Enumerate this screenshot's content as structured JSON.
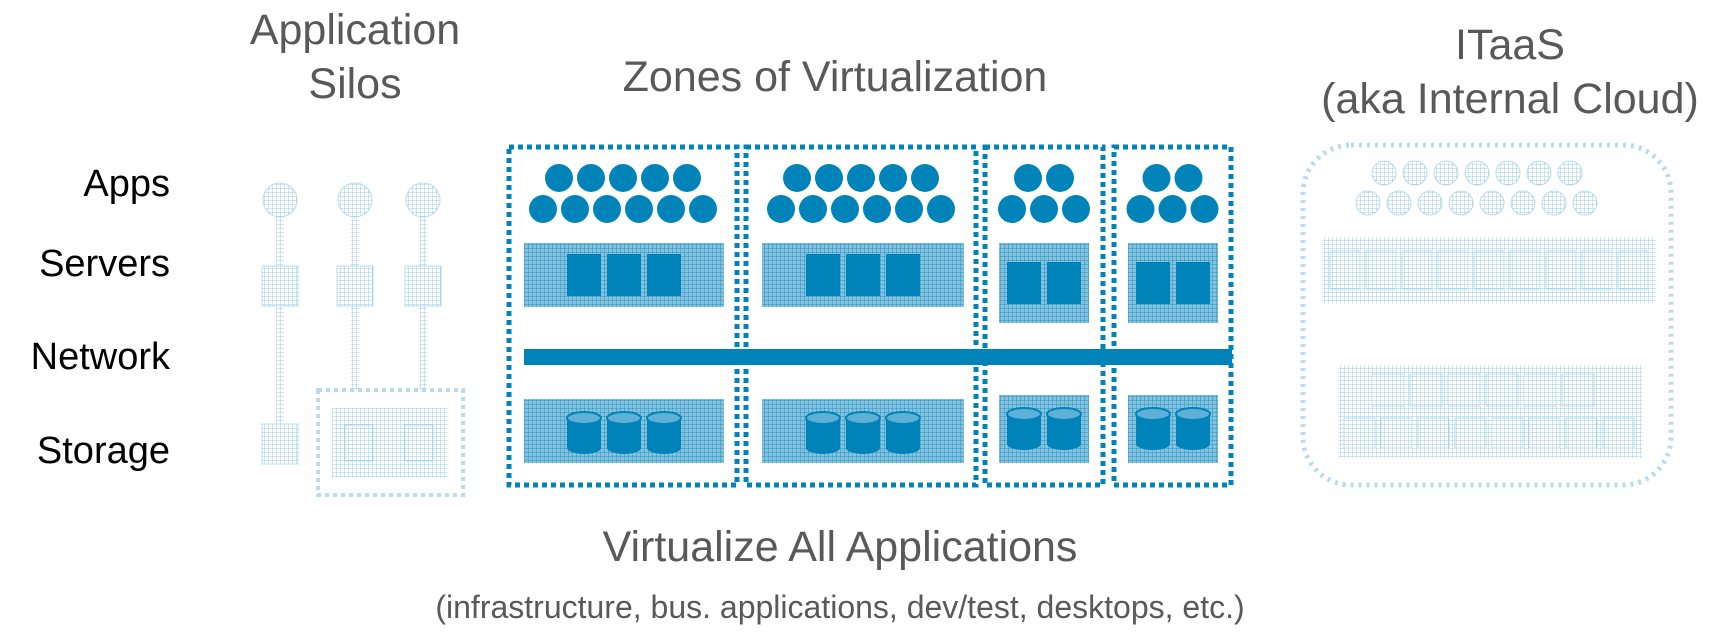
{
  "headings": {
    "silos": [
      "Application",
      "Silos"
    ],
    "zones": "Zones of Virtualization",
    "itaas": [
      "ITaaS",
      "(aka Internal Cloud)"
    ]
  },
  "row_labels": {
    "apps": "Apps",
    "servers": "Servers",
    "network": "Network",
    "storage": "Storage"
  },
  "footer": {
    "title": "Virtualize All Applications",
    "subtitle": "(infrastructure, bus. applications, dev/test, desktops, etc.)"
  },
  "colors": {
    "accent": "#0083b8",
    "pattern": "#4fa6cc",
    "faint": "#9ccbe4",
    "text": "#000000",
    "heading": "#595959"
  }
}
